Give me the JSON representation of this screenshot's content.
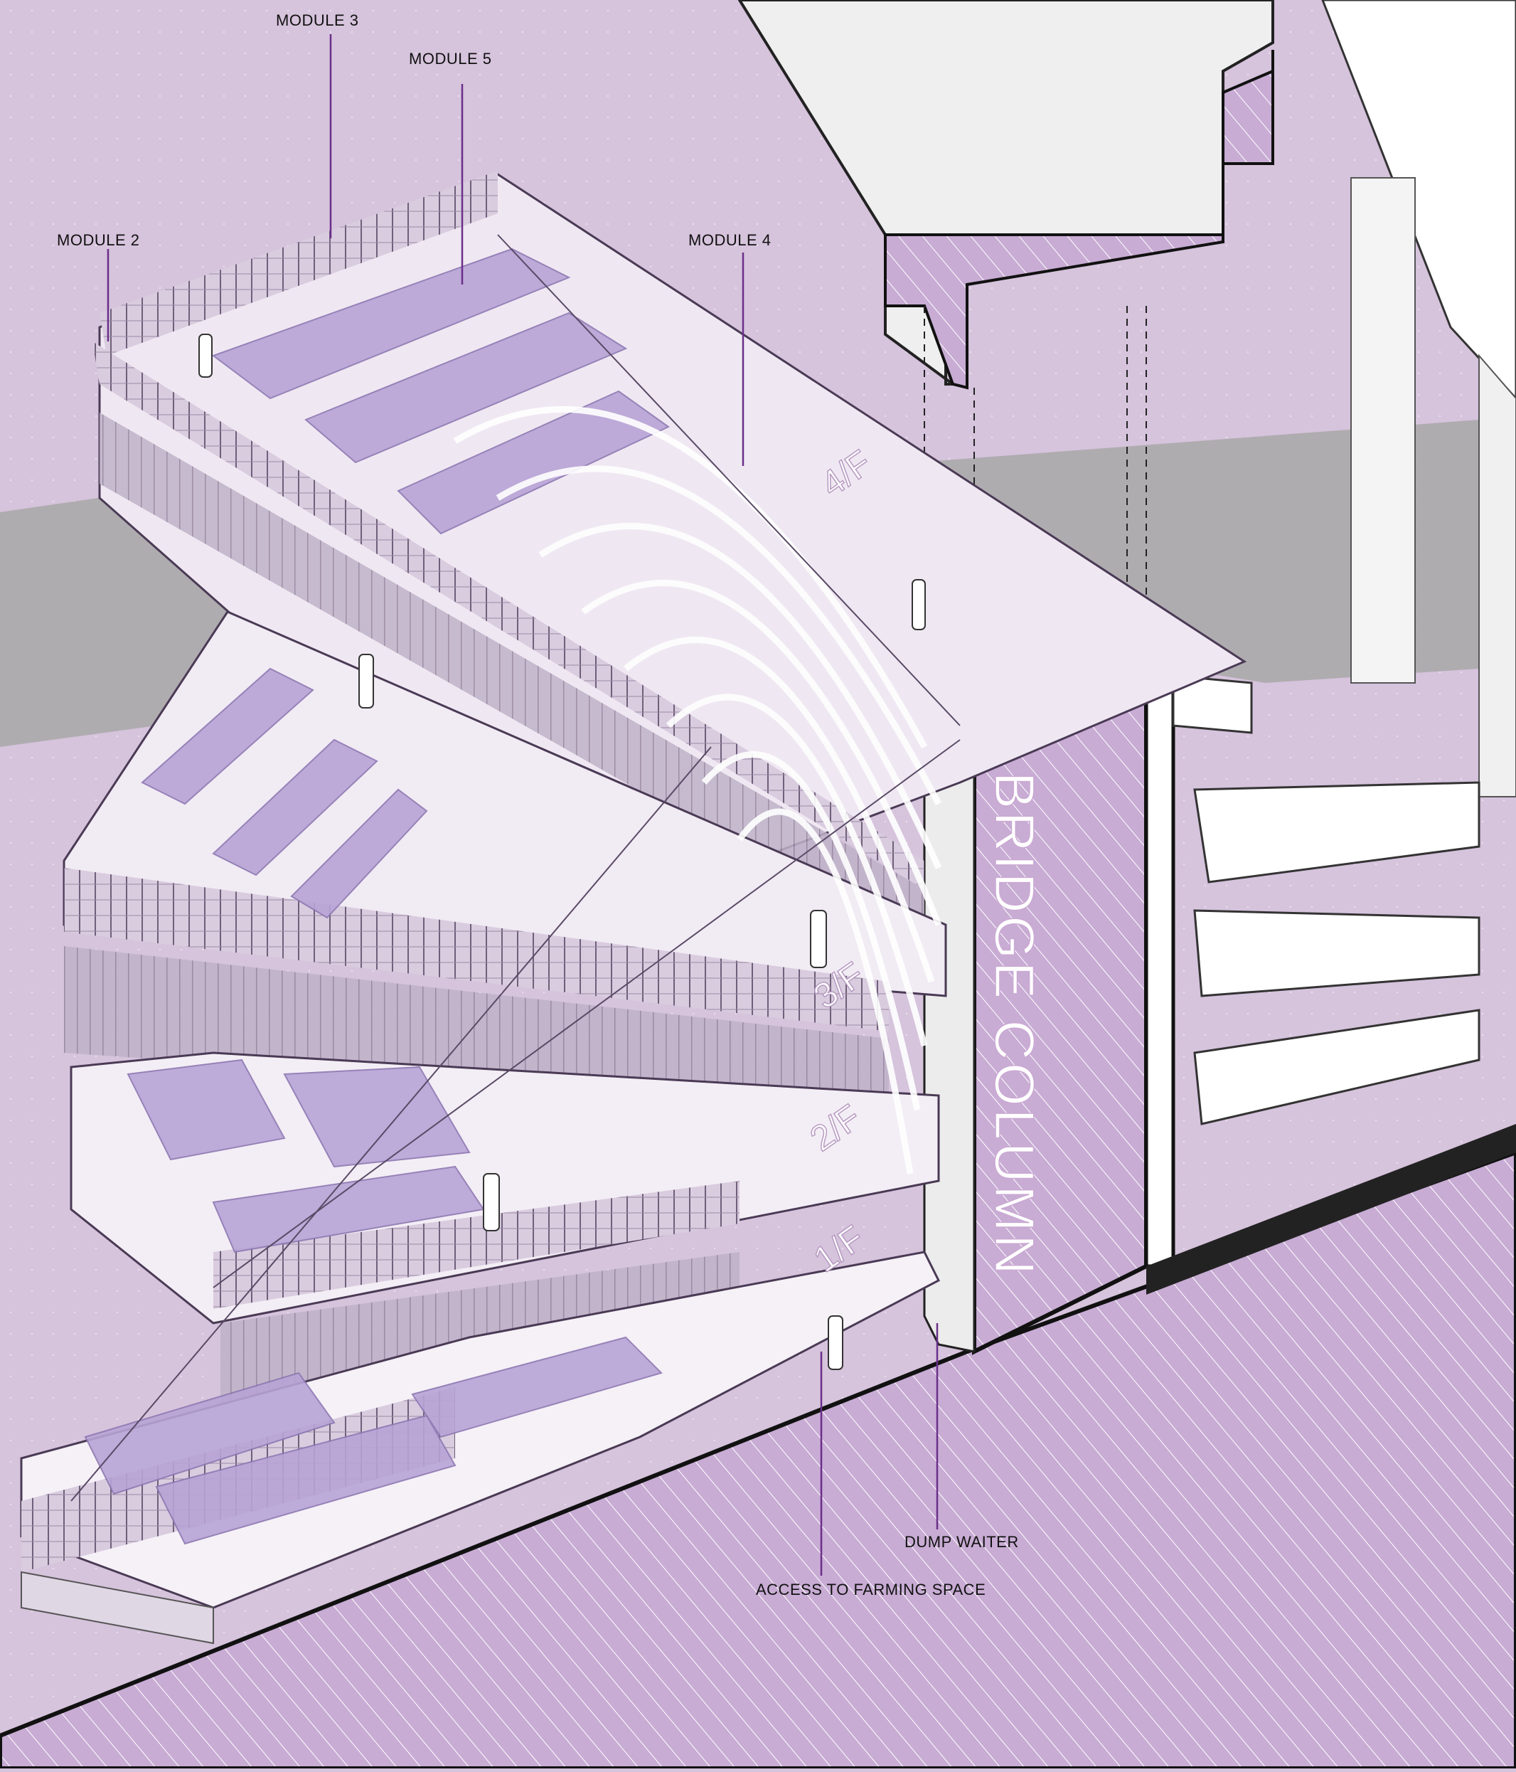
{
  "labels": {
    "module_2": "MODULE 2",
    "module_3": "MODULE 3",
    "module_4": "MODULE 4",
    "module_5": "MODULE 5",
    "dump_waiter": "DUMP WAITER",
    "access": "ACCESS TO FARMING SPACE",
    "bridge_column": "BRIDGE COLUMN"
  },
  "floors": [
    "4/F",
    "3/F",
    "2/F",
    "1/F"
  ],
  "colors": {
    "background": "#d6c3dc",
    "module_box": "#b8a4d6",
    "leader_line": "#6b2f8a",
    "ground_gray": "#a8a8a8",
    "hatch": "#ffffff"
  }
}
